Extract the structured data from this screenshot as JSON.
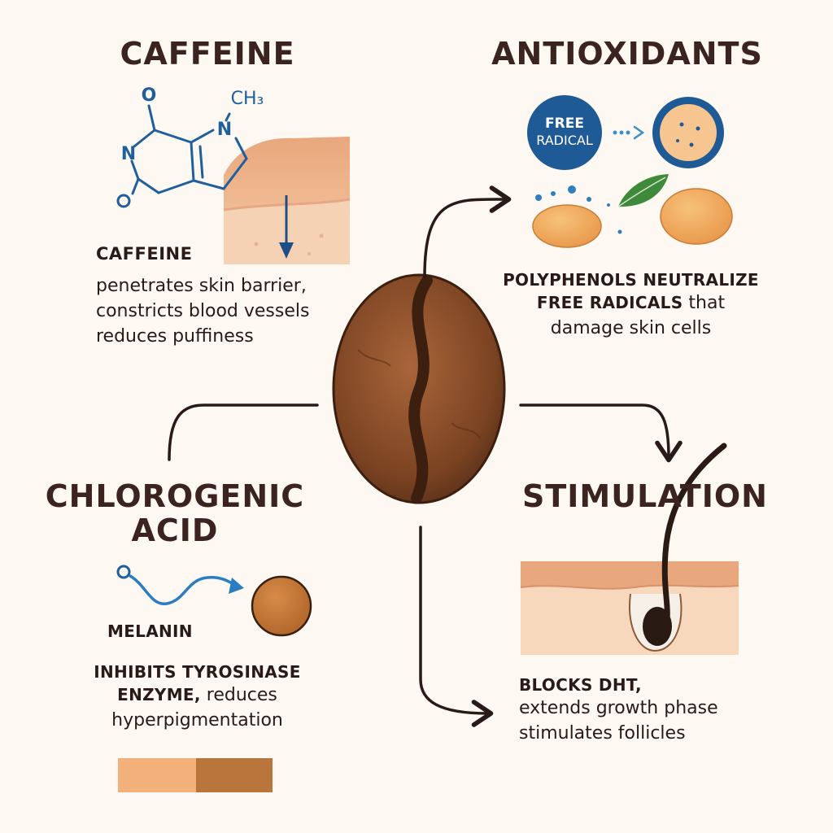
{
  "caffeine": {
    "title": "CAFFEINE",
    "molecule": {
      "o_top": "O",
      "n_left": "N",
      "o_left": "O",
      "n_right": "N",
      "methyl": "CH₃"
    },
    "subtitle": "CAFFEINE",
    "lines": [
      "penetrates skin barrier,",
      "constricts blood vessels",
      "reduces puffiness"
    ]
  },
  "antioxidants": {
    "title": "ANTIOXIDANTS",
    "badge_line1": "FREE",
    "badge_line2": "RADICAL",
    "text_line1": "POLYPHENOLS NEUTRALIZE",
    "text_line2_bold": "FREE RADICALS",
    "text_line2_rest": " that",
    "text_line3": "damage skin cells"
  },
  "chlorogenic": {
    "title_line1": "CHLOROGENIC",
    "title_line2": "ACID",
    "molecule_o": "O",
    "melanin_label": "MELANIN",
    "text_line1": "INHIBITS TYROSINASE",
    "text_line2_bold": "ENZYME,",
    "text_line2_rest": " reduces",
    "text_line3": "hyperpigmentation"
  },
  "stimulation": {
    "title": "STIMULATION",
    "text_line1": "BLOCKS DHT,",
    "text_line2": "extends growth phase",
    "text_line3": "stimulates follicles"
  },
  "colors": {
    "background": "#fdf8f1",
    "heading": "#3b2420",
    "blue": "#1f5f9e",
    "coffee": "#6b3a1f",
    "skin": "#f2c4a0",
    "orange": "#f0a95a"
  },
  "icons": [
    "caffeine-molecule-icon",
    "skin-layer-icon",
    "free-radical-icon",
    "leaf-icon",
    "coffee-bean-icon",
    "chlorogenic-molecule-icon",
    "melanin-granule-icon",
    "skin-tone-swatch-icon",
    "hair-follicle-icon"
  ]
}
